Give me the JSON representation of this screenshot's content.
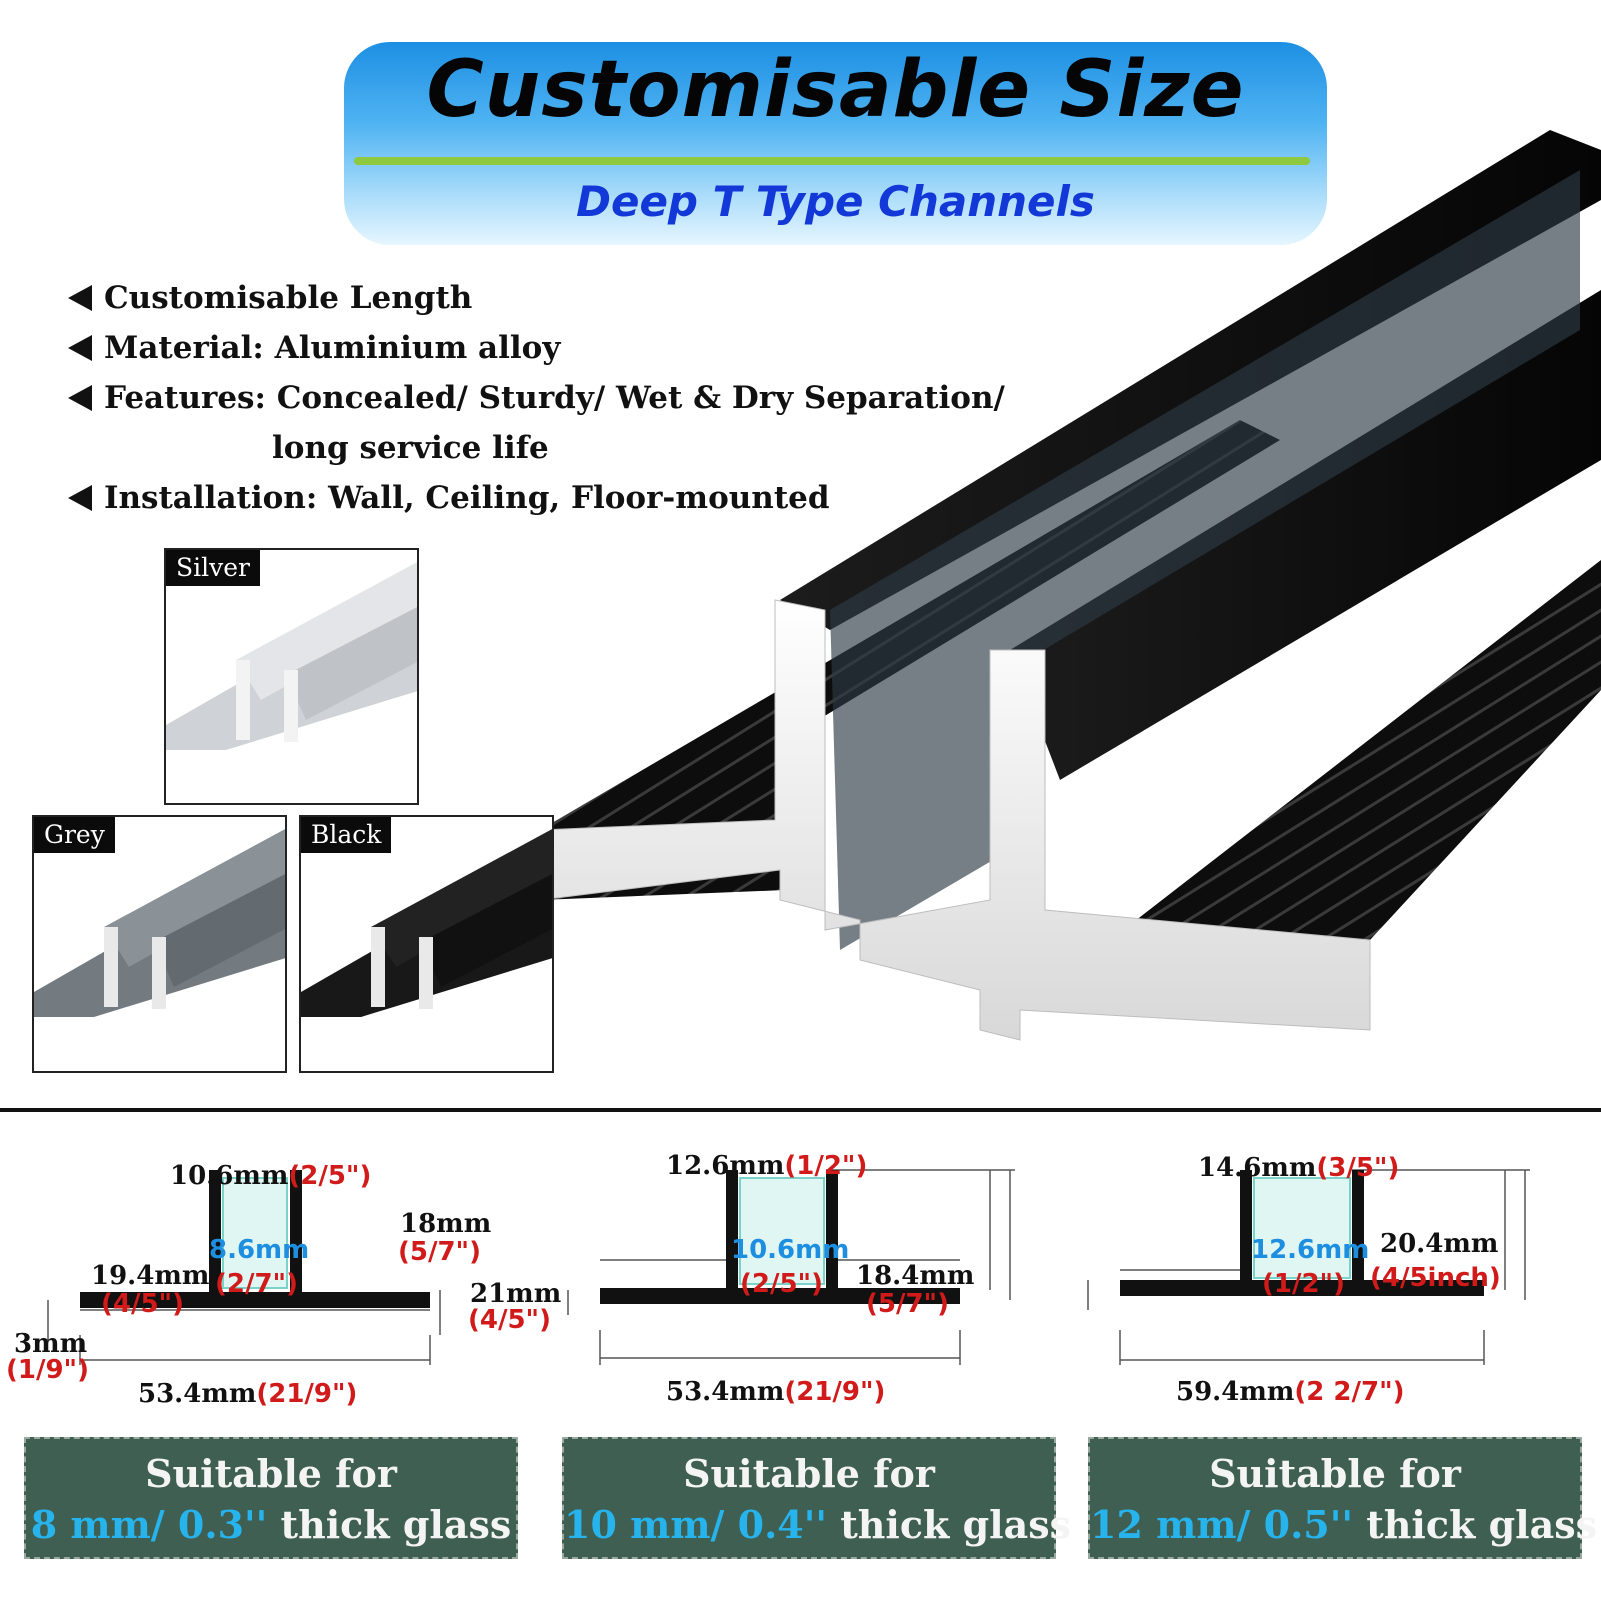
{
  "banner": {
    "title": "Customisable Size",
    "subtitle": "Deep T Type Channels"
  },
  "features": [
    "Customisable Length",
    "Material: Aluminium alloy",
    "Features: Concealed/ Sturdy/ Wet & Dry Separation/",
    "long service life",
    "Installation: Wall, Ceiling, Floor-mounted"
  ],
  "swatches": [
    {
      "label": "Silver",
      "color": "#d9dbde"
    },
    {
      "label": "Grey",
      "color": "#7d858a"
    },
    {
      "label": "Black",
      "color": "#141414"
    }
  ],
  "profiles": [
    {
      "gap": "10.6mm",
      "gap_in": "(2/5\")",
      "inner": "8.6mm",
      "inner_in": "(2/7\")",
      "left": "19.4mm",
      "left_in": "(4/5\")",
      "height": "18mm",
      "height_in": "(5/7\")",
      "total_h": "21mm",
      "total_h_in": "(4/5\")",
      "base": "3mm",
      "base_in": "(1/9\")",
      "width": "53.4mm",
      "width_in": "(21/9\")",
      "suit_l1": "Suitable for",
      "suit_thick": "8 mm/ 0.3''",
      "suit_rest": "thick glass"
    },
    {
      "gap": "12.6mm",
      "gap_in": "(1/2\")",
      "inner": "10.6mm",
      "inner_in": "(2/5\")",
      "height": "18.4mm",
      "height_in": "(5/7\")",
      "width": "53.4mm",
      "width_in": "(21/9\")",
      "suit_l1": "Suitable for",
      "suit_thick": "10 mm/ 0.4''",
      "suit_rest": "thick glass"
    },
    {
      "gap": "14.6mm",
      "gap_in": "(3/5\")",
      "inner": "12.6mm",
      "inner_in": "(1/2\")",
      "height": "20.4mm",
      "height_in": "(4/5inch)",
      "width": "59.4mm",
      "width_in": "(2 2/7\")",
      "suit_l1": "Suitable for",
      "suit_thick": "12 mm/ 0.5''",
      "suit_rest": "thick glass"
    }
  ],
  "colors": {
    "banner_blue": "#1d8fe3",
    "rule_green": "#8fc93f",
    "subtitle_blue": "#1238d8",
    "dim_red": "#d11a1a",
    "dim_cyan": "#1e8fe0",
    "suit_bg": "#3e5f52",
    "suit_highlight": "#27b3ec"
  }
}
